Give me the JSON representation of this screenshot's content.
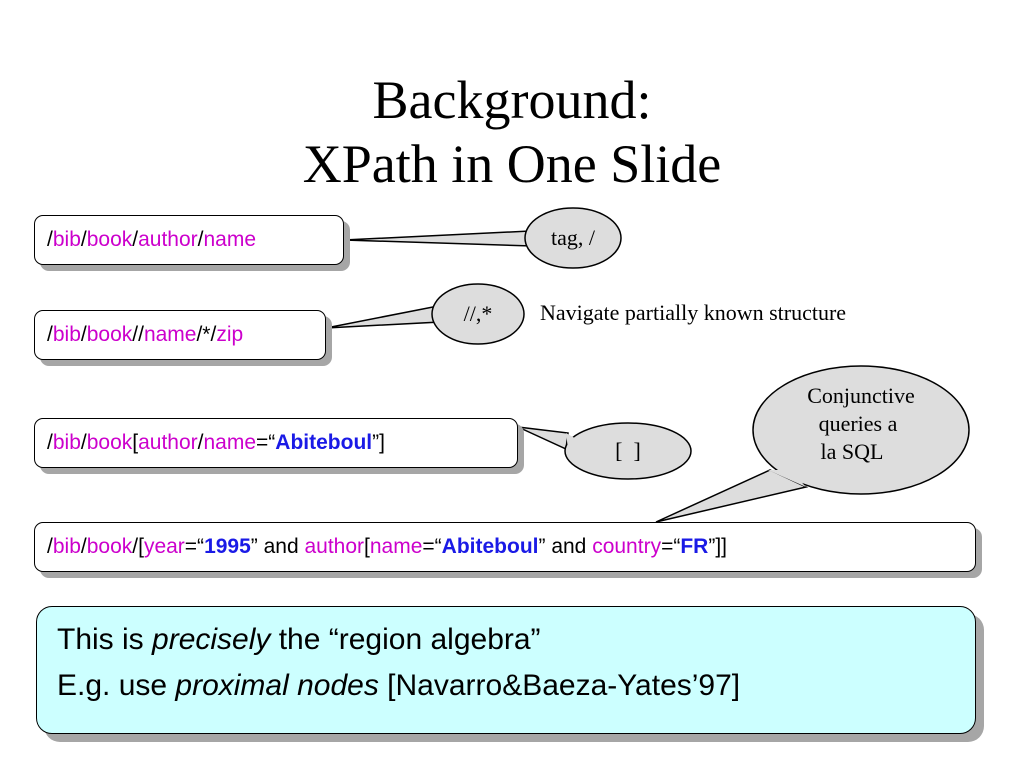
{
  "slide": {
    "title_line1": "Background:",
    "title_line2": "XPath in One Slide"
  },
  "expressions": {
    "e1": [
      "/",
      "bib",
      "/",
      "book",
      "/",
      "author",
      "/",
      "name"
    ],
    "e2": [
      "/",
      "bib",
      "/",
      "book",
      "//",
      "name",
      "/*/",
      "zip"
    ],
    "e3": [
      "/",
      "bib",
      "/",
      "book",
      "[",
      "author",
      "/",
      "name",
      "=“",
      "Abiteboul",
      "”]"
    ],
    "e4": [
      "/",
      "bib",
      "/",
      "book",
      "/[",
      "year",
      "=“",
      "1995",
      "” and ",
      "author",
      "[",
      "name",
      "=“",
      "Abiteboul",
      "” and ",
      "country",
      "=“",
      "FR",
      "”]]"
    ]
  },
  "callouts": {
    "c1": "tag, /",
    "c2": "//,*",
    "c3": "[  ]",
    "c4_line1": "Conjunctive",
    "c4_line2": "queries a",
    "c4_line3": "la SQL"
  },
  "note": "Navigate partially known structure",
  "summary": {
    "line1_pre": "This is ",
    "line1_em": "precisely",
    "line1_post": " the “region algebra”",
    "line2_pre": "E.g. use ",
    "line2_em": "proximal nodes",
    "line2_post": " [Navarro&Baeza-Yates’97]"
  },
  "colors": {
    "tag": "#cc00cc",
    "literal": "#1a1ae6",
    "callout_fill": "#dddddd",
    "summary_fill": "#ccffff"
  }
}
